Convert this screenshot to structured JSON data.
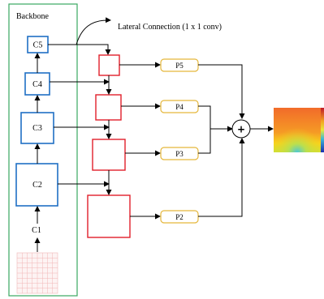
{
  "backbone": {
    "title": "Backbone",
    "stages": [
      {
        "id": "c5",
        "label": "C5"
      },
      {
        "id": "c4",
        "label": "C4"
      },
      {
        "id": "c3",
        "label": "C3"
      },
      {
        "id": "c2",
        "label": "C2"
      },
      {
        "id": "c1",
        "label": "C1"
      }
    ]
  },
  "lateral_connection": {
    "label": "Lateral Connection (1 x 1 conv)"
  },
  "pyramid": {
    "outputs": [
      {
        "id": "p5",
        "label": "P5"
      },
      {
        "id": "p4",
        "label": "P4"
      },
      {
        "id": "p3",
        "label": "P3"
      },
      {
        "id": "p2",
        "label": "P2"
      }
    ]
  },
  "merge": {
    "symbol": "+"
  },
  "colors": {
    "backbone_border": "#3aa860",
    "backbone_block": "#1f6fc4",
    "top_down_block": "#e0202a",
    "pyramid_border": "#e5b73b",
    "edge": "#000000"
  },
  "icons": {
    "input_image": "grid-image-icon",
    "heatmap": "heatmap-output-icon"
  }
}
